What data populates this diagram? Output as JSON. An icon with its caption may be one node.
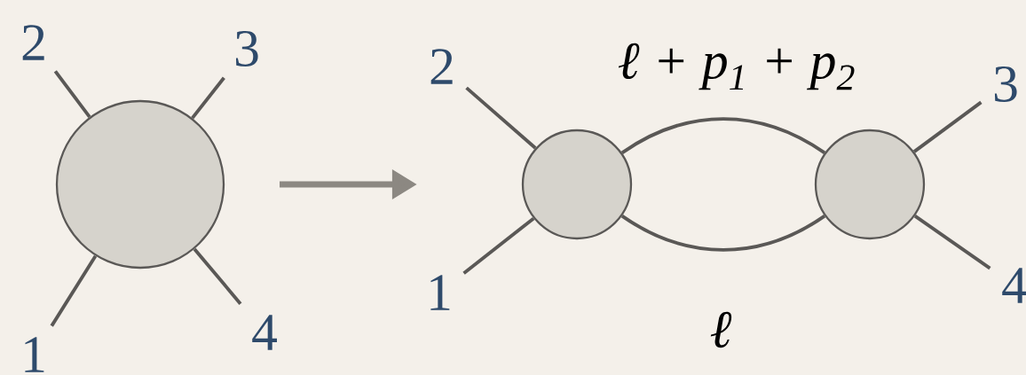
{
  "diagram": {
    "nodes": [
      {
        "text": [
          "2"
        ]
      },
      {
        "text": [
          "3"
        ]
      },
      {
        "text": [],
        "shape": "circle"
      },
      {
        "text": [
          "1"
        ]
      },
      {
        "text": [
          "4"
        ]
      },
      {
        "text": [
          "2"
        ]
      },
      {
        "text": [],
        "shape": "circle"
      },
      {
        "text": [],
        "shape": "circle"
      },
      {
        "text": [
          "3"
        ]
      },
      {
        "text": [
          "1"
        ]
      },
      {
        "text": [
          "4"
        ]
      }
    ],
    "edges": [
      {
        "from": 2,
        "to": 0,
        "arrow": "none"
      },
      {
        "from": 2,
        "to": 1,
        "arrow": "none"
      },
      {
        "from": 2,
        "to": 3,
        "arrow": "none"
      },
      {
        "from": 2,
        "to": 4,
        "arrow": "none"
      },
      {
        "from": 6,
        "to": 5,
        "arrow": "none"
      },
      {
        "from": 6,
        "to": 9,
        "arrow": "none"
      },
      {
        "from": 7,
        "to": 8,
        "arrow": "none"
      },
      {
        "from": 7,
        "to": 10,
        "arrow": "none"
      },
      {
        "from": 6,
        "to": 7,
        "arrow": "none",
        "label": "ℓ + *p*$_{1}$ + *p*$_{2}$"
      },
      {
        "from": 6,
        "to": 7,
        "arrow": "none",
        "label": "ℓ"
      }
    ]
  }
}
